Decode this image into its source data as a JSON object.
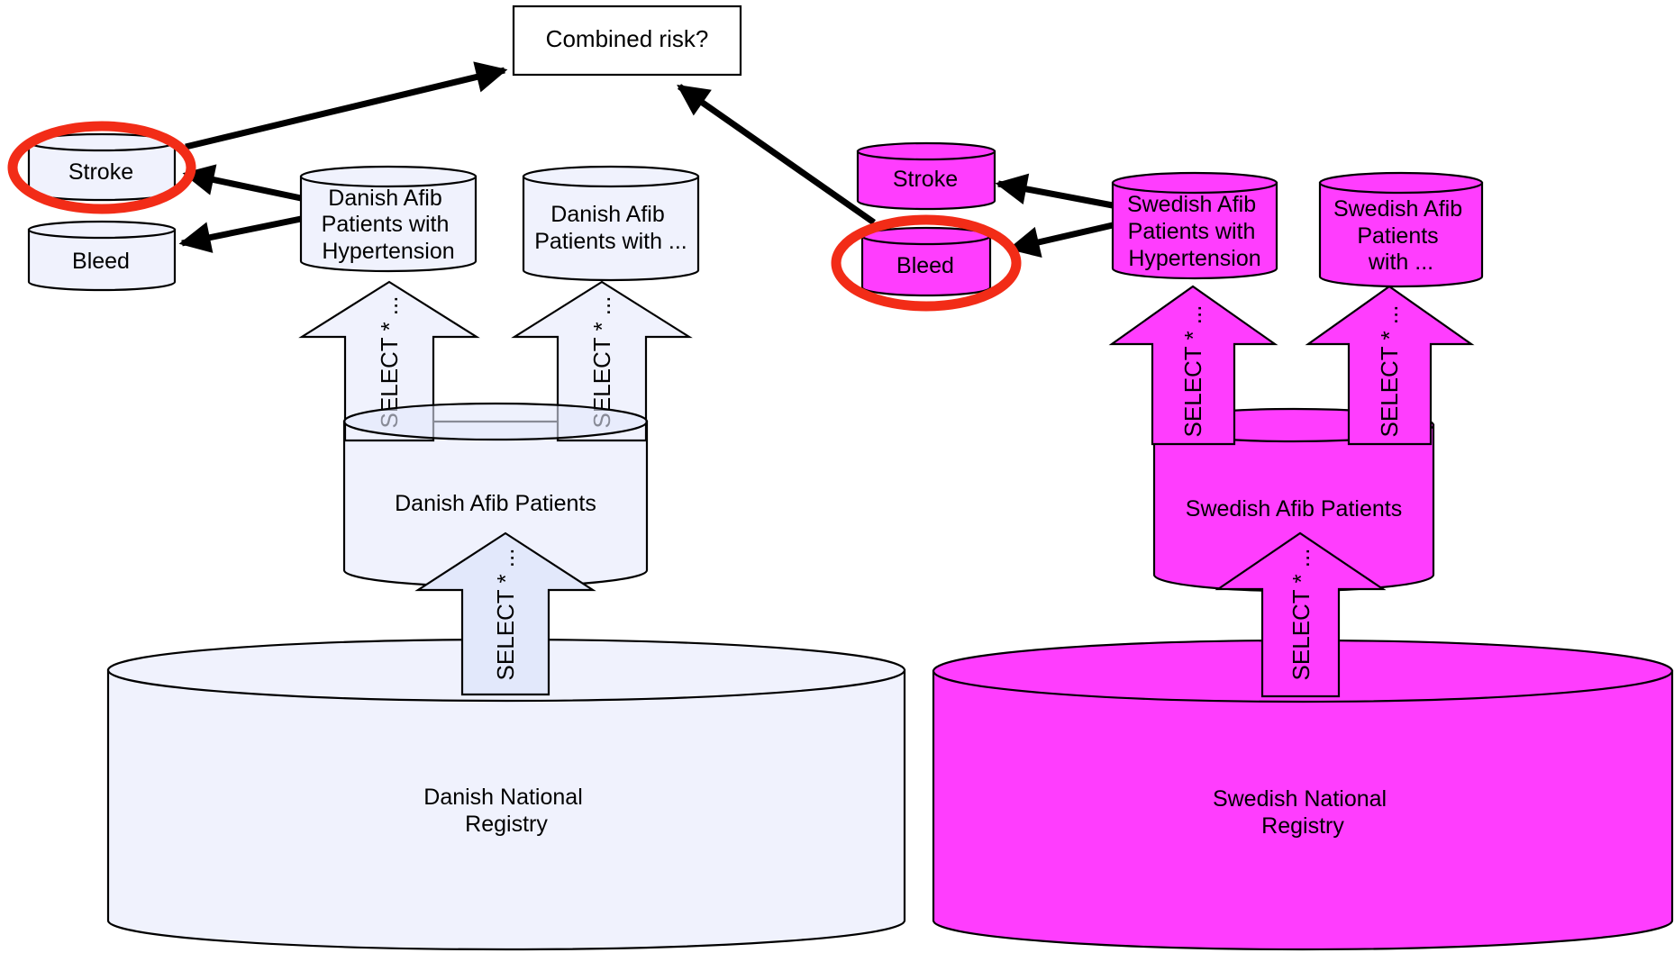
{
  "colors": {
    "danish_fill": "#f0f2fd",
    "danish_arrow_fill": "#e2e8fb",
    "swedish_fill": "#ff3dfe",
    "highlight": "#f22c17"
  },
  "combined_box": {
    "label": "Combined risk?"
  },
  "danish": {
    "stroke": "Stroke",
    "bleed": "Bleed",
    "hypertension": [
      "Danish Afib",
      "Patients with",
      "Hypertension"
    ],
    "other": [
      "Danish Afib",
      "Patients with ..."
    ],
    "afib_patients": "Danish Afib Patients",
    "registry": [
      "Danish National",
      "Registry"
    ]
  },
  "swedish": {
    "stroke": "Stroke",
    "bleed": "Bleed",
    "hypertension": [
      "Swedish Afib",
      "Patients with",
      "Hypertension"
    ],
    "other": [
      "Swedish Afib",
      "Patients",
      "with ..."
    ],
    "afib_patients": "Swedish Afib Patients",
    "registry": [
      "Swedish National",
      "Registry"
    ]
  },
  "select_label": "SELECT * ..."
}
